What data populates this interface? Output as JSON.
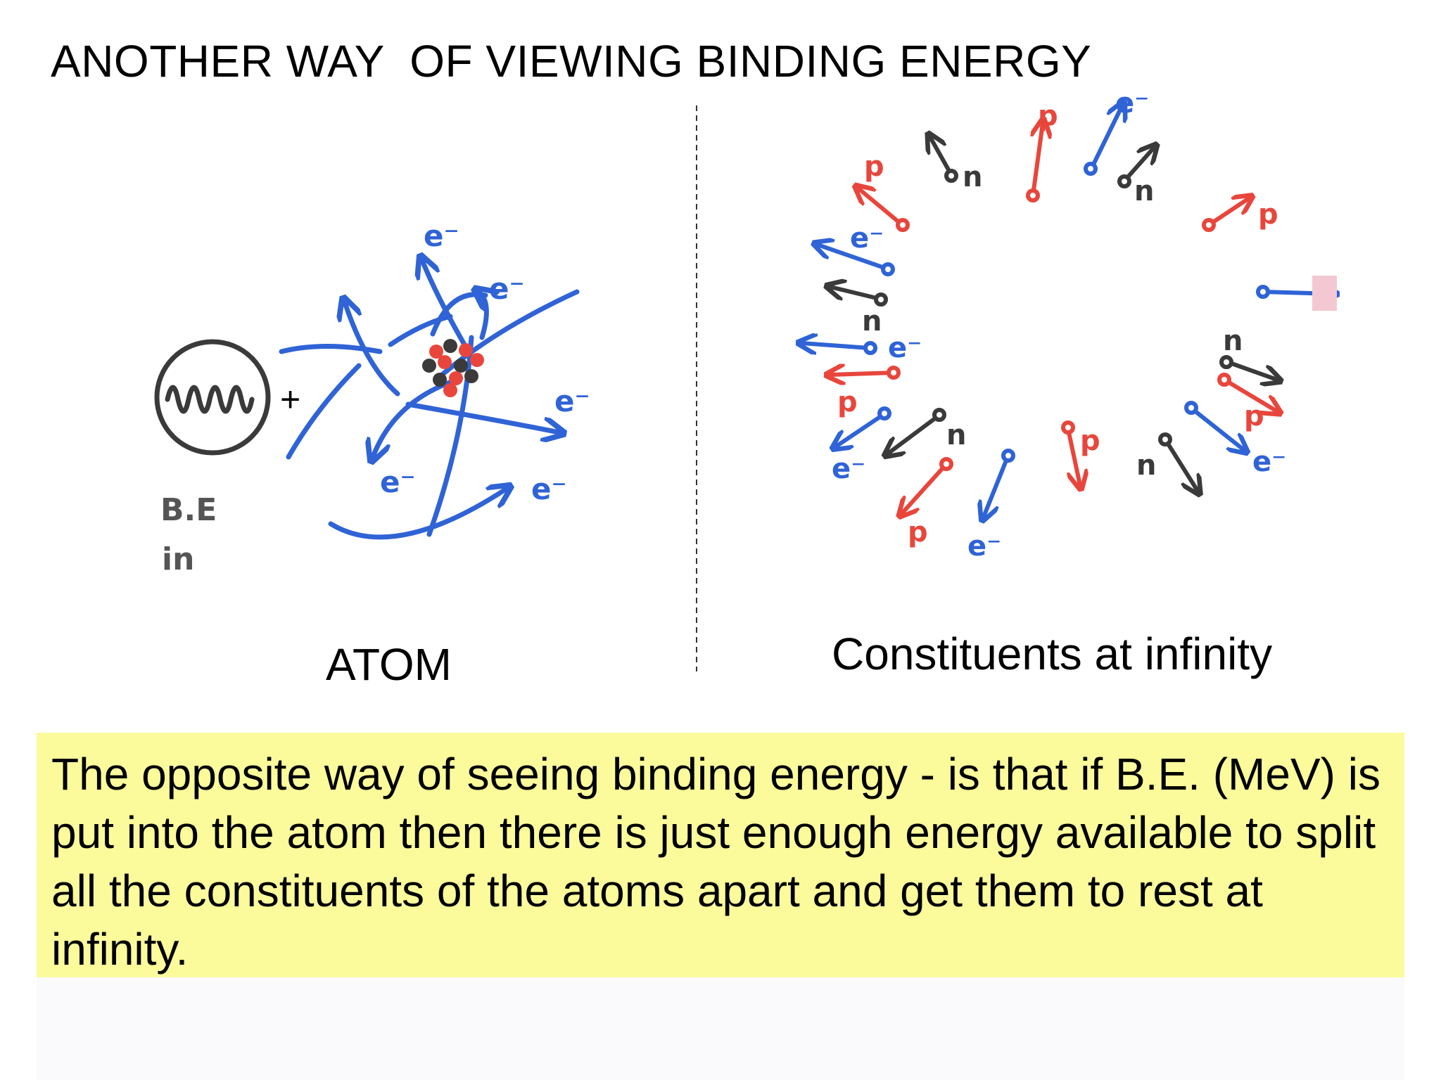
{
  "slide": {
    "title": "ANOTHER WAY  OF VIEWING BINDING ENERGY"
  },
  "atom_panel": {
    "plus": "+",
    "be_label_line1": "B.E",
    "be_label_line2": "in",
    "electron_label": "e⁻",
    "caption": "ATOM"
  },
  "constituents_panel": {
    "proton_label": "p",
    "neutron_label": "n",
    "electron_label": "e⁻",
    "caption": "Constituents at infinity"
  },
  "note": {
    "text": "The opposite way of seeing binding energy  - is that if B.E. (MeV) is put into the atom then there is just enough energy available to split all the constituents of the atoms apart and get them to rest at infinity."
  },
  "colors": {
    "electron": "#2f63d6",
    "proton": "#e8463c",
    "neutron": "#3a3a3a",
    "note_background": "#fbfb9c"
  }
}
